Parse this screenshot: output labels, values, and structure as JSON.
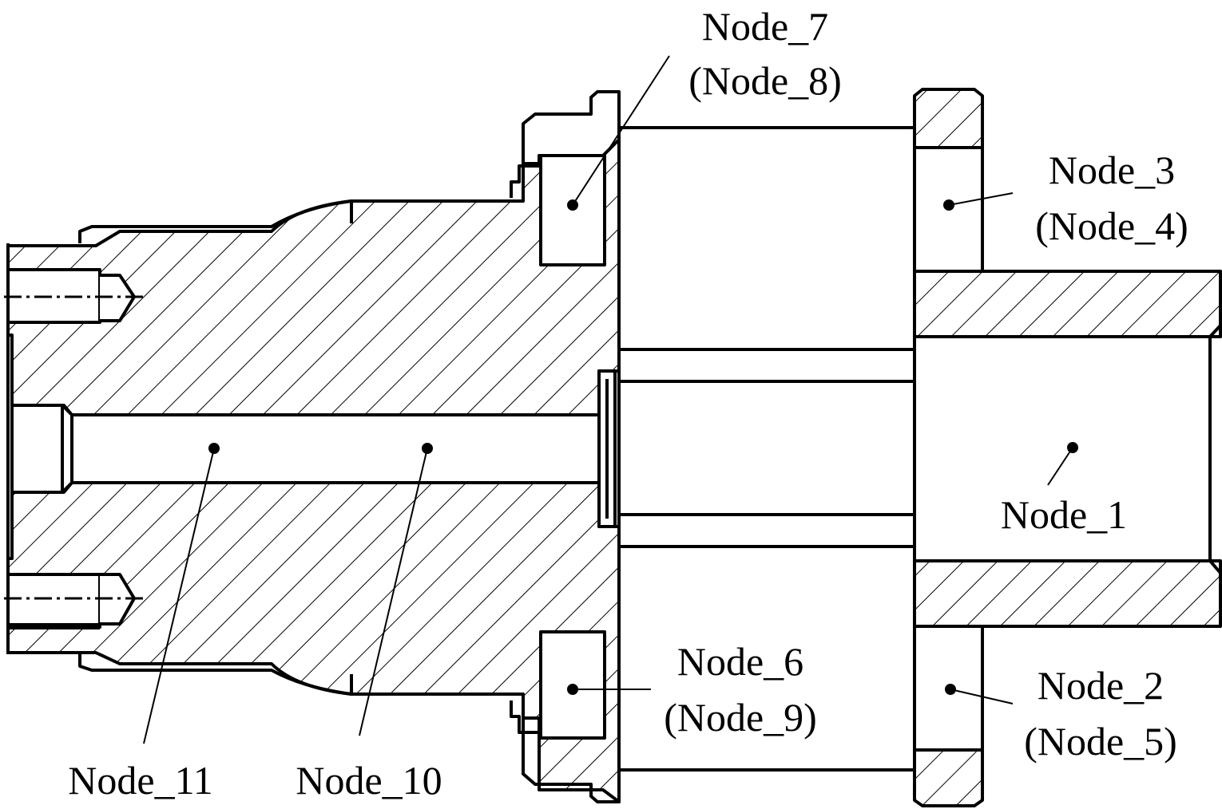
{
  "labels": {
    "node7": "Node_7",
    "node8": "(Node_8)",
    "node3": "Node_3",
    "node4": "(Node_4)",
    "node1": "Node_1",
    "node6": "Node_6",
    "node9": "(Node_9)",
    "node2": "Node_2",
    "node5": "(Node_5)",
    "node11": "Node_11",
    "node10": "Node_10"
  },
  "colors": {
    "stroke": "#000000",
    "background": "#ffffff"
  }
}
